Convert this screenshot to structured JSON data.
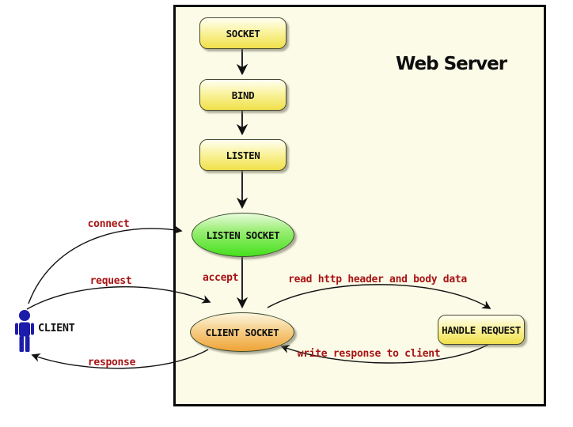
{
  "diagram": {
    "title": "Web Server",
    "nodes": {
      "socket": "SOCKET",
      "bind": "BIND",
      "listen": "LISTEN",
      "listen_socket": "LISTEN SOCKET",
      "client_socket": "CLIENT SOCKET",
      "handle_request": "HANDLE REQUEST",
      "client": "CLIENT"
    },
    "edge_labels": {
      "connect": "connect",
      "request": "request",
      "response": "response",
      "accept": "accept",
      "read": "read http header and body data",
      "write": "write response to client"
    },
    "colors": {
      "server_background": "#fbfbe8",
      "server_border": "#0a0a0a",
      "yellow_node_top": "#fffff2",
      "yellow_node_bottom": "#f0e04a",
      "green_node_top": "#e9fcdd",
      "green_node_bottom": "#46e01c",
      "orange_node_top": "#fdf6de",
      "orange_node_bottom": "#efa336",
      "edge_label_red": "#a81414",
      "arrow_black": "#111111",
      "client_blue": "#1c1caa"
    }
  }
}
